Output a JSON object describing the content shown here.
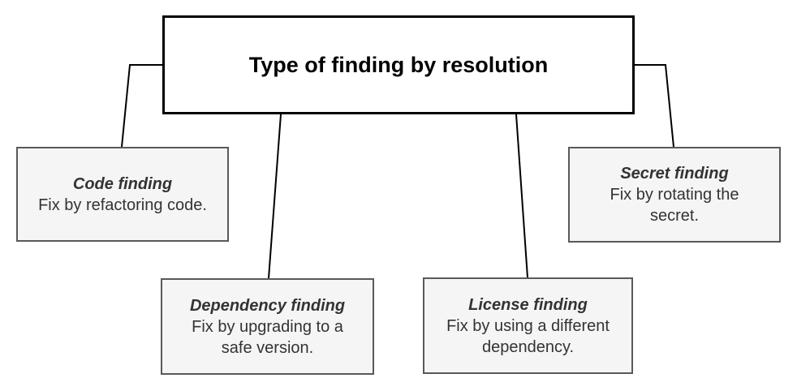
{
  "diagram": {
    "root": {
      "label": "Type of finding by resolution"
    },
    "nodes": [
      {
        "title": "Code finding",
        "description": "Fix by refactoring code."
      },
      {
        "title": "Dependency finding",
        "description": "Fix by upgrading to a safe version."
      },
      {
        "title": "License finding",
        "description": "Fix by using a different dependency."
      },
      {
        "title": "Secret finding",
        "description": "Fix by rotating the secret."
      }
    ],
    "colors": {
      "root_fill": "#ffffff",
      "root_border": "#000000",
      "node_fill": "#f5f5f5",
      "node_border": "#595959",
      "node_text": "#333333",
      "connector": "#000000"
    }
  }
}
